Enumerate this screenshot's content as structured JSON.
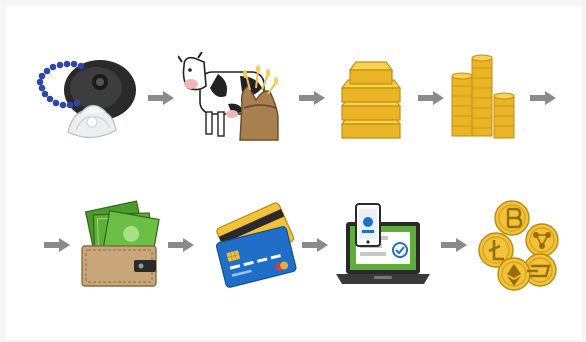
{
  "diagram": {
    "rows": [
      {
        "stages": [
          {
            "name": "barter-shells-stone",
            "icon": "shell-stone-icon"
          },
          {
            "name": "livestock-grain",
            "icon": "cow-grain-sack-icon"
          },
          {
            "name": "gold-bars",
            "icon": "gold-bars-icon"
          },
          {
            "name": "coins",
            "icon": "coin-stacks-icon"
          }
        ]
      },
      {
        "stages": [
          {
            "name": "paper-money-wallet",
            "icon": "wallet-cash-icon"
          },
          {
            "name": "credit-cards",
            "icon": "credit-card-icon"
          },
          {
            "name": "online-mobile-payment",
            "icon": "laptop-phone-icon"
          },
          {
            "name": "cryptocurrency",
            "icon": "crypto-coins-icon"
          }
        ]
      }
    ],
    "connector": "right-arrow-icon",
    "colors": {
      "arrow": "#8a8a8a",
      "gold": "#e9b425",
      "gold_light": "#f6d24e",
      "card_blue": "#1f6fc8",
      "money_green": "#5fae3b",
      "wallet_tan": "#c9a77a",
      "chain_blue": "#2f45a8"
    }
  }
}
